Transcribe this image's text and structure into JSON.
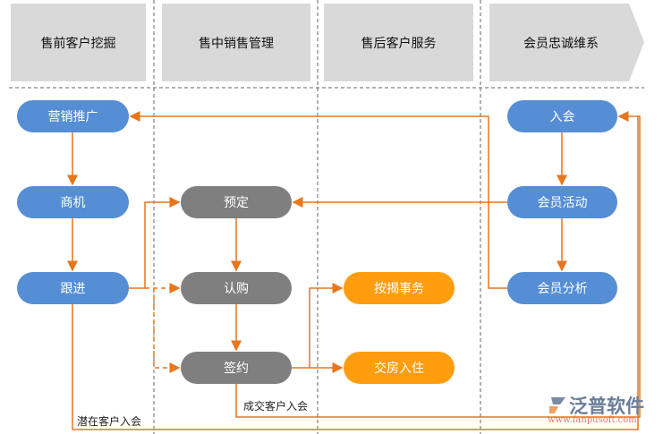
{
  "headers": [
    "售前客户挖掘",
    "售中销售管理",
    "售后客户服务",
    "会员忠诚维系"
  ],
  "nodes": {
    "marketing": "营销推广",
    "opportunity": "商机",
    "followup": "跟进",
    "reserve": "预定",
    "subscribe": "认购",
    "sign": "签约",
    "mortgage": "按揭事务",
    "handover": "交房入住",
    "join": "入会",
    "activity": "会员活动",
    "analysis": "会员分析"
  },
  "labels": {
    "potential": "潜在客户入会",
    "deal": "成交客户入会"
  },
  "logo": {
    "name": "泛普软件",
    "url": "www.fanpusoft.com"
  },
  "colors": {
    "blue": "#558ed5",
    "gray": "#7f7f7f",
    "orange": "#ff9d0f",
    "line": "#e8761c",
    "header": "#d9d9d9"
  }
}
